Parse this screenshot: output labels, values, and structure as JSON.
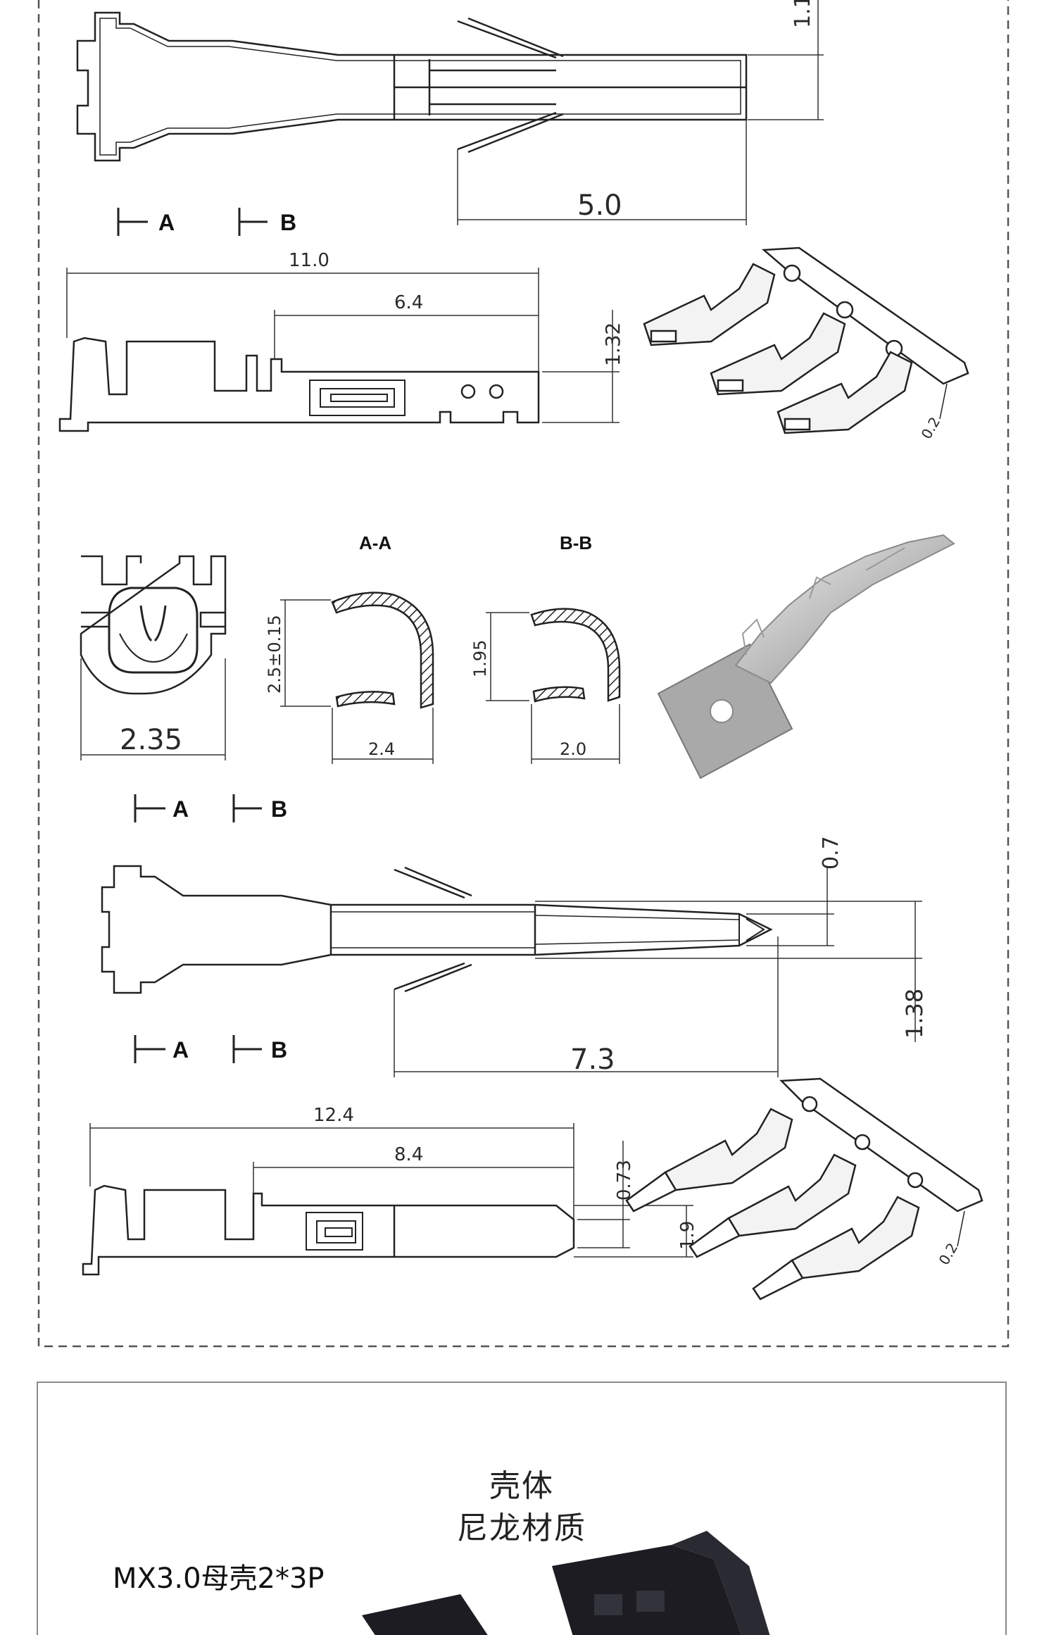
{
  "drawing": {
    "dims": {
      "top_partial": "1.1",
      "top_len": "5.0",
      "side1_total": "11.0",
      "side1_inner": "6.4",
      "side1_height": "1.32",
      "front_width": "2.35",
      "aa_height": "2.5±0.15",
      "aa_width": "2.4",
      "bb_height": "1.95",
      "bb_width": "2.0",
      "top2_height": "0.7",
      "top2_len": "7.3",
      "top2_outer": "1.38",
      "side2_total": "12.4",
      "side2_inner": "8.4",
      "side2_tip": "0.73",
      "side2_height": "1.9",
      "strip_thickness": "0.2"
    },
    "section_labels": {
      "aa": "A-A",
      "bb": "B-B"
    },
    "markers": {
      "a": "A",
      "b": "B"
    }
  },
  "shell": {
    "title": "壳体",
    "material": "尼龙材质",
    "model": "MX3.0母壳2*3P"
  },
  "colors": {
    "line": "#222222",
    "frame": "#555555",
    "shell": "#1c1c22"
  }
}
